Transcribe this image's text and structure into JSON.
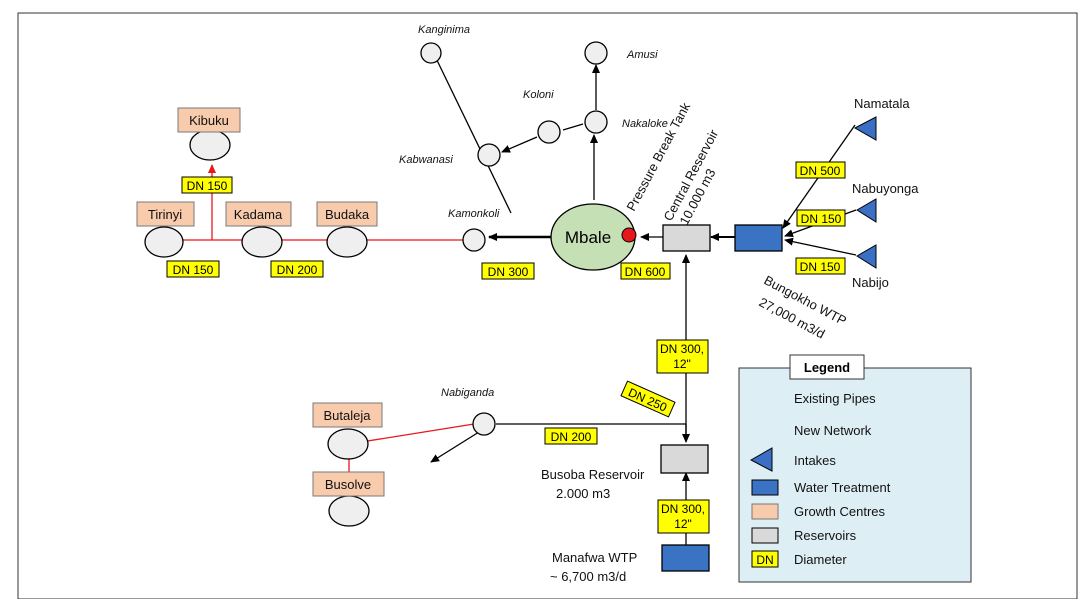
{
  "legend": {
    "title": "Legend",
    "existing_pipes": "Existing Pipes",
    "new_network": "New Network",
    "intakes": "Intakes",
    "water_treatment": "Water Treatment",
    "growth_centres": "Growth Centres",
    "reservoirs": "Reservoirs",
    "dn_swatch": "DN",
    "diameter": "Diameter"
  },
  "places": {
    "kanginima": "Kanginima",
    "amusi": "Amusi",
    "koloni": "Koloni",
    "nakaloke": "Nakaloke",
    "kabwanasi": "Kabwanasi",
    "kamonkoli": "Kamonkoli",
    "nabiganda": "Nabiganda",
    "mbale": "Mbale"
  },
  "growth_centres": {
    "kibuku": "Kibuku",
    "tirinyi": "Tirinyi",
    "kadama": "Kadama",
    "budaka": "Budaka",
    "butaleja": "Butaleja",
    "busolve": "Busolve"
  },
  "intakes": {
    "namatala": "Namatala",
    "nabuyonga": "Nabuyonga",
    "nabijo": "Nabijo"
  },
  "facilities": {
    "pressure_break_tank": "Pressure Break Tank",
    "central_reservoir": "Central Reservoir",
    "central_reservoir_cap": "10.000 m3",
    "bungokho_name": "Bungokho WTP",
    "bungokho_cap": "27,000 m3/d",
    "busoba_name": "Busoba Reservoir",
    "busoba_cap": "2.000 m3",
    "manafwa_name": "Manafwa WTP",
    "manafwa_cap": "~ 6,700 m3/d"
  },
  "diameters": {
    "kibuku": "DN 150",
    "tirinyi": "DN 150",
    "kadama": "DN 200",
    "main_west": "DN 300",
    "mbale_out": "DN 600",
    "namatala": "DN 500",
    "nabuyonga": "DN 150",
    "nabijo": "DN 150",
    "south_line1": "DN 300,",
    "south_line2": "12\"",
    "diag": "DN 250",
    "nabiganda": "DN 200",
    "manafwa_line1": "DN 300,",
    "manafwa_line2": "12\""
  },
  "colors": {
    "existing": "#000000",
    "new": "#e8171d",
    "intake": "#3a6fc4",
    "wtp": "#3a72c4",
    "growth": "#f8cbad",
    "reservoir": "#d9d9d9",
    "dn": "#ffff00",
    "mbale": "#c5e0b4",
    "legend_bg": "#deeef5"
  }
}
